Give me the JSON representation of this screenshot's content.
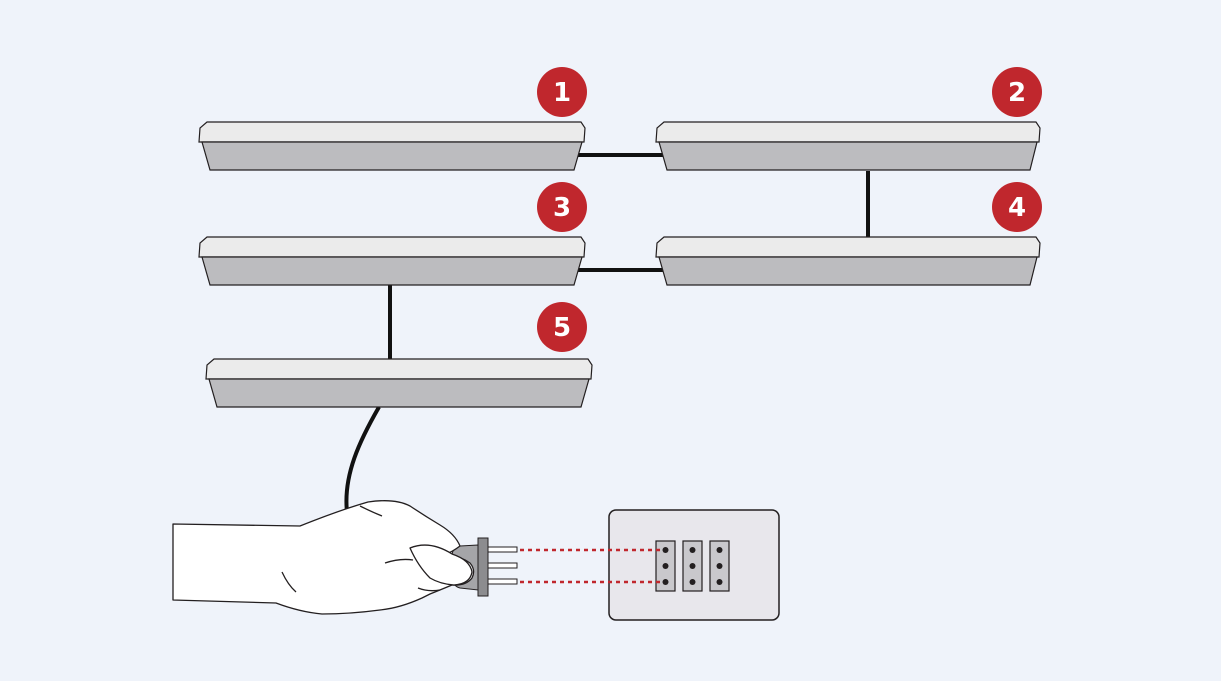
{
  "colors": {
    "background": "#eff3fa",
    "badge": "#c0272d",
    "badge_text": "#ffffff",
    "fixture_top": "#ebebeb",
    "fixture_body": "#bcbcbf",
    "outline": "#231f20",
    "cable": "#111111",
    "guide_line": "#c0272d",
    "socket_plate": "#e8e7ec",
    "socket_module": "#c9c8cc"
  },
  "icons": [
    "light-fixture",
    "hand",
    "plug",
    "wall-socket"
  ],
  "fixtures": [
    {
      "label": "1"
    },
    {
      "label": "2"
    },
    {
      "label": "3"
    },
    {
      "label": "4"
    },
    {
      "label": "5"
    }
  ]
}
